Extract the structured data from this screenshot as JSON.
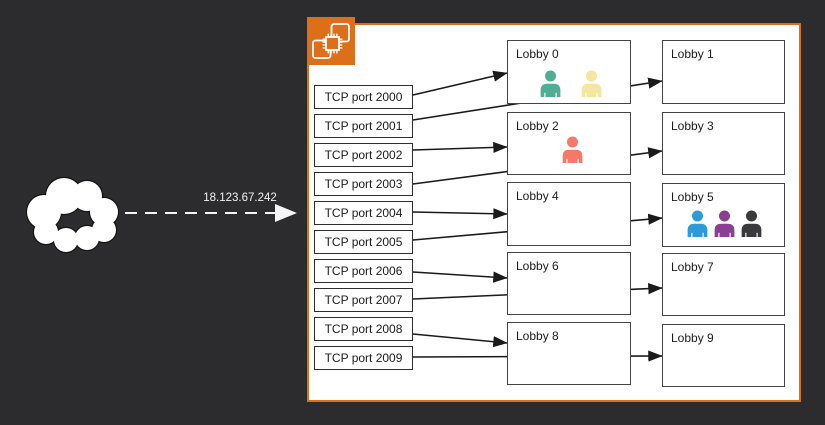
{
  "diagram_title": "EC2 instance with TCP ports mapped to game lobbies",
  "colors": {
    "background": "#2c2c2e",
    "accent_orange": "#de6f1a",
    "connector_line": "#1a1a1a",
    "lobby_border": "#454545",
    "port_border": "#2e2e2e",
    "white": "#ffffff"
  },
  "external": {
    "cloud_icon": "internet-cloud",
    "ip_label": "18.123.67.242"
  },
  "instance": {
    "icon": "ec2-instance-icon"
  },
  "ports": [
    {
      "label": "TCP port 2000"
    },
    {
      "label": "TCP port 2001"
    },
    {
      "label": "TCP port 2002"
    },
    {
      "label": "TCP port 2003"
    },
    {
      "label": "TCP port 2004"
    },
    {
      "label": "TCP port 2005"
    },
    {
      "label": "TCP port 2006"
    },
    {
      "label": "TCP port 2007"
    },
    {
      "label": "TCP port 2008"
    },
    {
      "label": "TCP port 2009"
    }
  ],
  "lobbies": [
    {
      "label": "Lobby 0",
      "occupants": [
        "#4fae94",
        "#f6e5a1"
      ]
    },
    {
      "label": "Lobby 1",
      "occupants": []
    },
    {
      "label": "Lobby 2",
      "occupants": [
        "#f4796b"
      ]
    },
    {
      "label": "Lobby 3",
      "occupants": []
    },
    {
      "label": "Lobby 4",
      "occupants": []
    },
    {
      "label": "Lobby 5",
      "occupants": [
        "#2e9bd8",
        "#8a3f92",
        "#3a3a3c"
      ]
    },
    {
      "label": "Lobby 6",
      "occupants": []
    },
    {
      "label": "Lobby 7",
      "occupants": []
    },
    {
      "label": "Lobby 8",
      "occupants": []
    },
    {
      "label": "Lobby 9",
      "occupants": []
    }
  ]
}
